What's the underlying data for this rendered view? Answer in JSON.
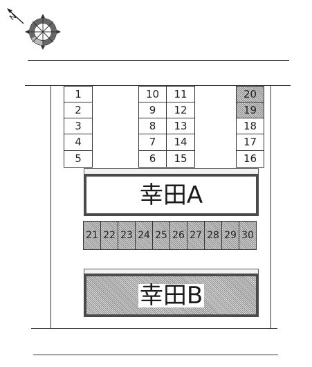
{
  "compass": {
    "icon": "compass-north-arrow-icon"
  },
  "buildings": [
    {
      "name": "幸田A",
      "fill": "plain"
    },
    {
      "name": "幸田B",
      "fill": "hatched"
    }
  ],
  "parking": {
    "top_left": [
      "1",
      "2",
      "3",
      "4",
      "5"
    ],
    "top_middle_left": [
      "10",
      "9",
      "8",
      "7",
      "6"
    ],
    "top_middle_right": [
      "11",
      "12",
      "13",
      "14",
      "15"
    ],
    "top_right": [
      "20",
      "19",
      "18",
      "17",
      "16"
    ],
    "middle_row": [
      "21",
      "22",
      "23",
      "24",
      "25",
      "26",
      "27",
      "28",
      "29",
      "30"
    ],
    "hatched_spaces": [
      "20",
      "19",
      "21",
      "22",
      "23",
      "24",
      "25",
      "26",
      "27",
      "28",
      "29",
      "30"
    ]
  },
  "colors": {
    "line": "#333333",
    "hatch_dark": "#8c8c8c",
    "hatch_light": "#d4d4d4",
    "building_border": "#4a4a4a"
  }
}
